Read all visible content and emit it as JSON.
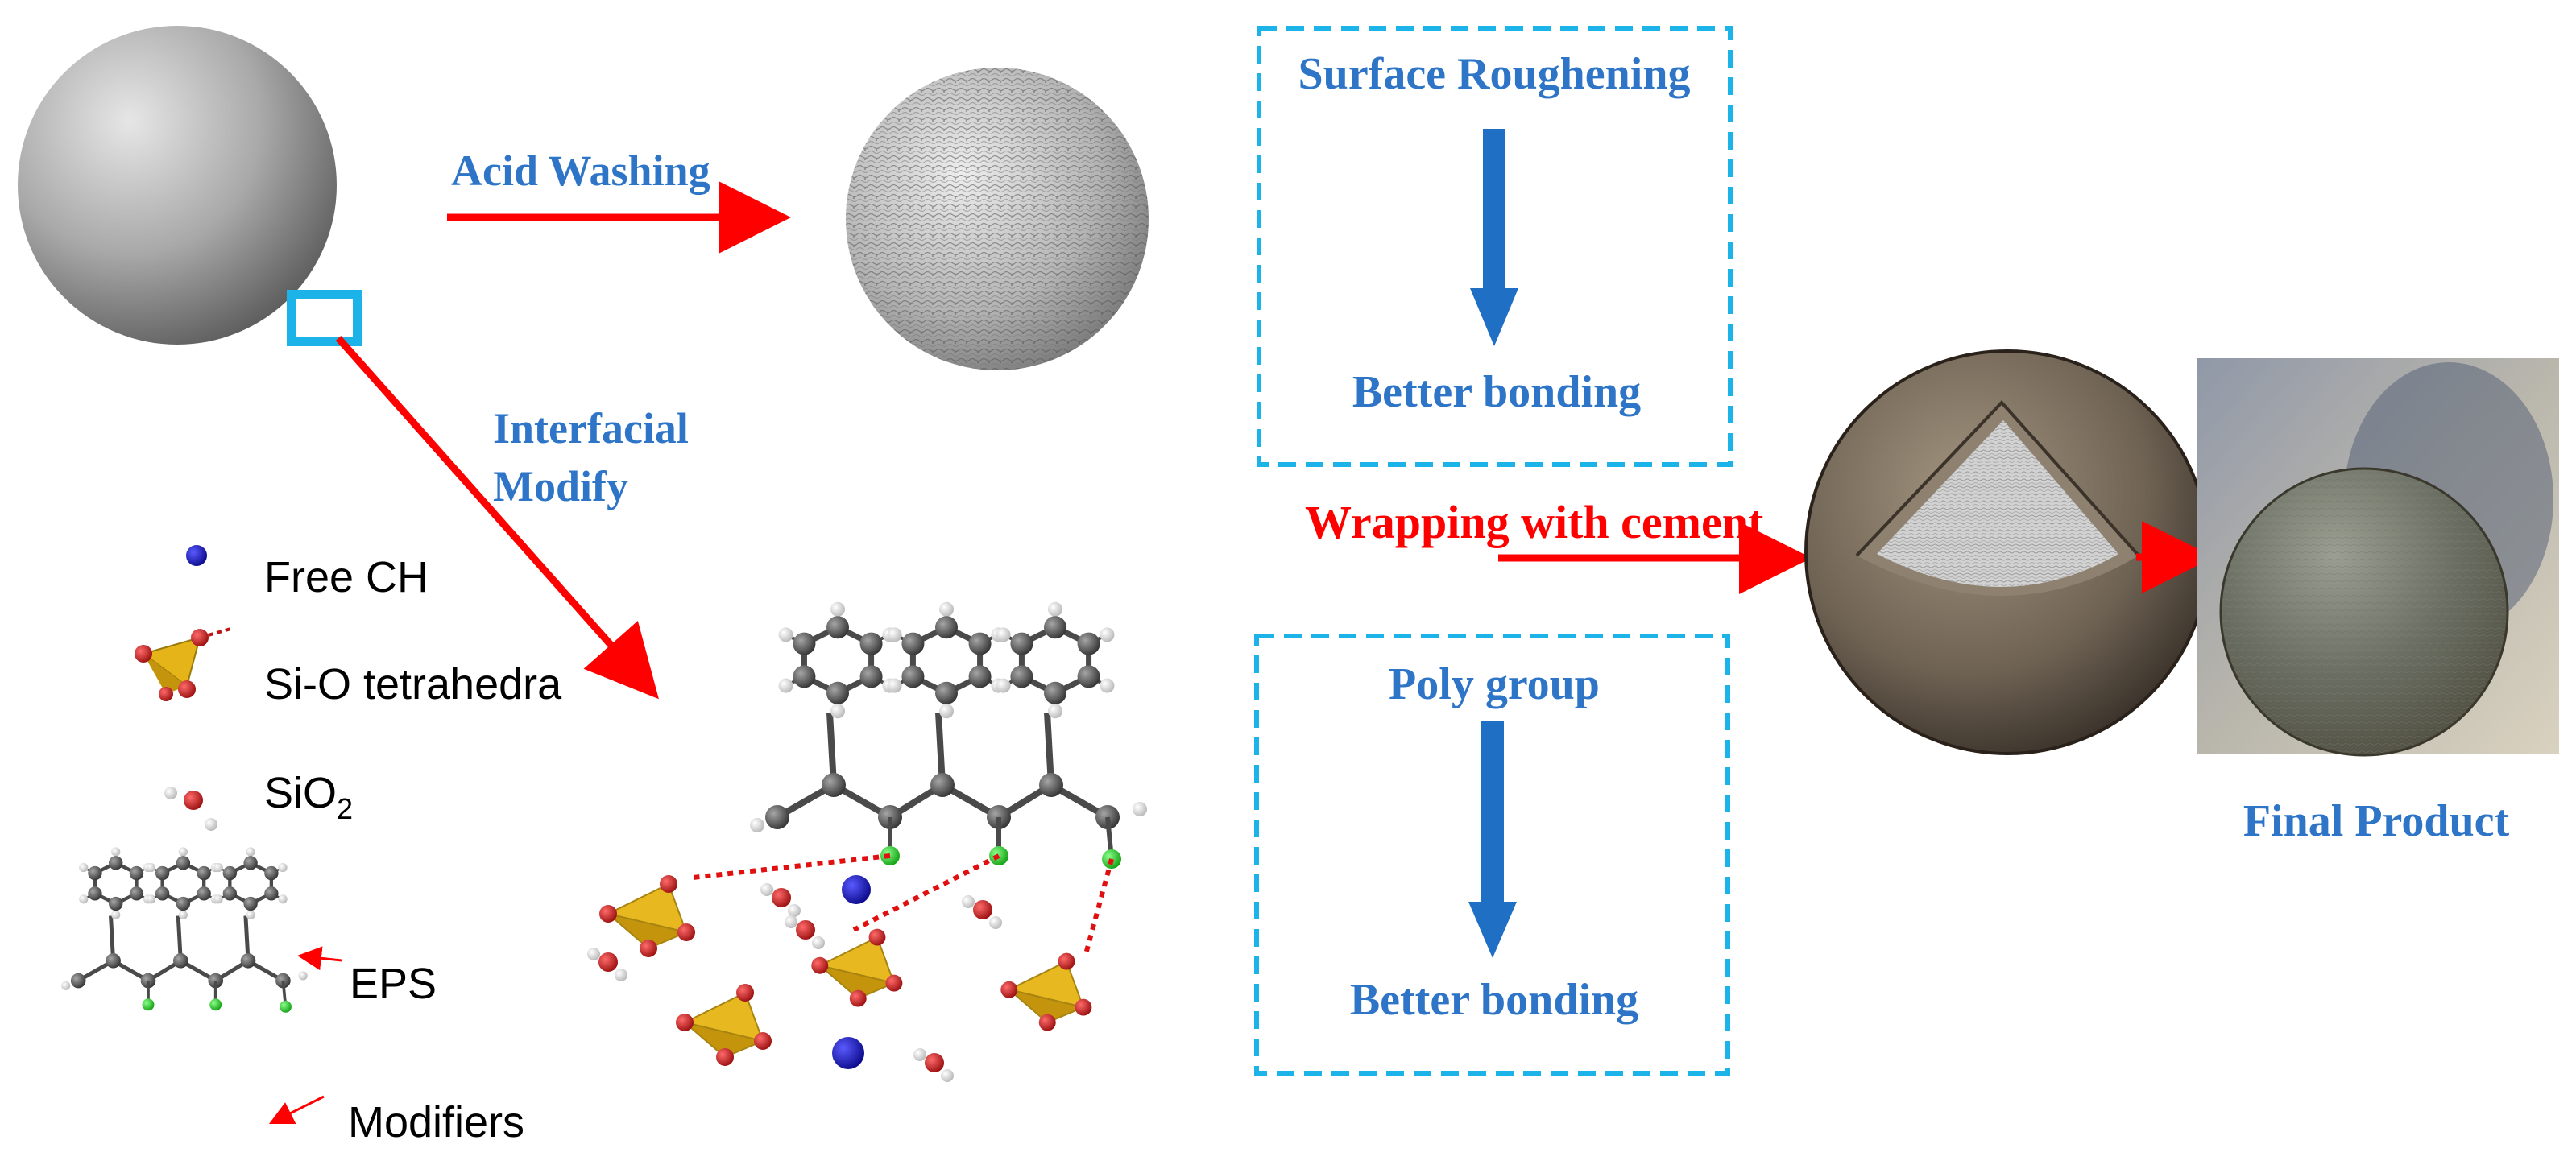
{
  "labels": {
    "acid_washing": "Acid Washing",
    "interfacial_modify_line1": "Interfacial",
    "interfacial_modify_line2": "Modify",
    "surface_roughening": "Surface Roughening",
    "better_bonding_top": "Better bonding",
    "poly_group": "Poly group",
    "better_bonding_bottom": "Better bonding",
    "wrapping_with_cement": "Wrapping with cement",
    "final_product": "Final Product"
  },
  "legend": {
    "free_ch": "Free CH",
    "si_o_tetrahedra": "Si-O tetrahedra",
    "sio2_base": "SiO",
    "sio2_sub": "2",
    "eps": "EPS",
    "modifiers": "Modifiers"
  },
  "colors": {
    "label_blue": "#2E75C8",
    "arrow_red": "#FF0000",
    "box_cyan": "#1CB4E8",
    "down_arrow_blue": "#1F6FC4",
    "tetra_gold": "#E5B418",
    "oxygen_red": "#C01515",
    "carbon_gray": "#5a5a5a",
    "hydrogen_white": "#e8e8e8",
    "modifier_green": "#22CC22",
    "free_ch_blue": "#1212C8"
  }
}
